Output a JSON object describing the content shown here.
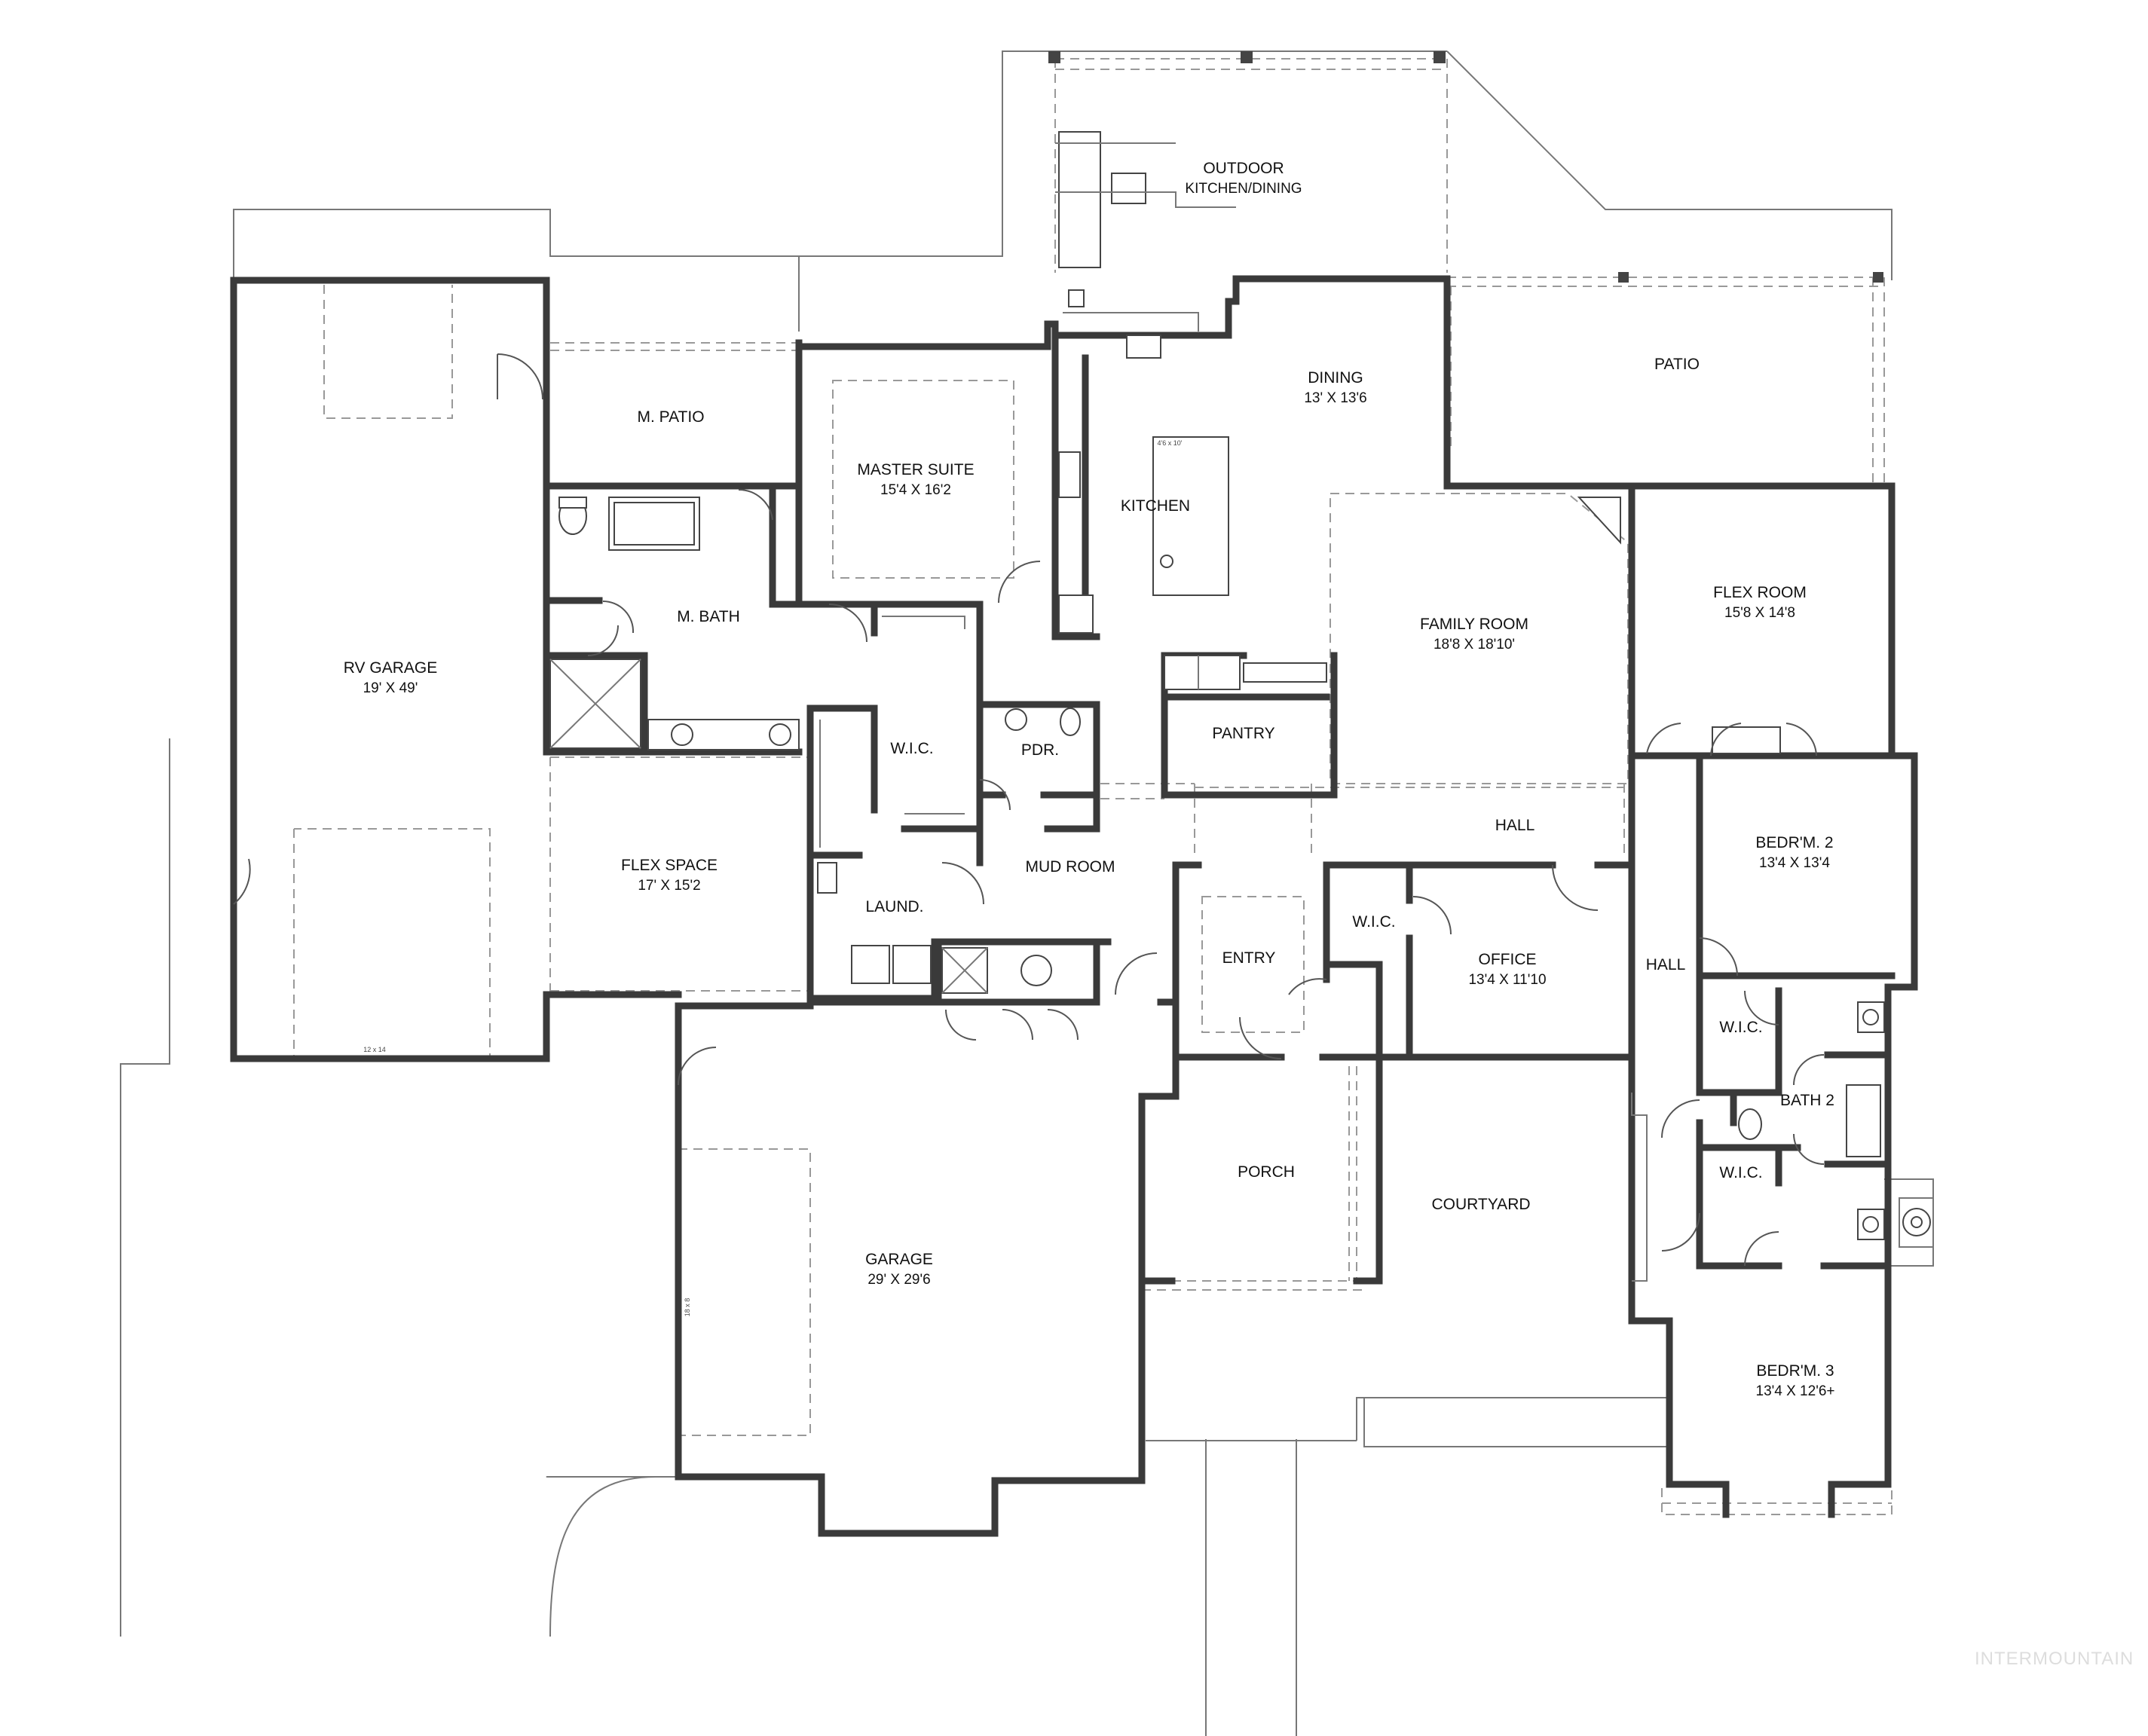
{
  "rooms": [
    {
      "key": "outdoor",
      "lines": [
        "OUTDOOR",
        "KITCHEN/DINING"
      ]
    },
    {
      "key": "mpatio",
      "lines": [
        "M. PATIO"
      ]
    },
    {
      "key": "master",
      "lines": [
        "MASTER SUITE",
        "15'4 X 16'2"
      ]
    },
    {
      "key": "dining",
      "lines": [
        "DINING",
        "13' X 13'6"
      ]
    },
    {
      "key": "patio",
      "lines": [
        "PATIO"
      ]
    },
    {
      "key": "kitchen",
      "lines": [
        "KITCHEN"
      ]
    },
    {
      "key": "mbath",
      "lines": [
        "M. BATH"
      ]
    },
    {
      "key": "rvgarage",
      "lines": [
        "RV GARAGE",
        "19' X 49'"
      ]
    },
    {
      "key": "family",
      "lines": [
        "FAMILY ROOM",
        "18'8 X 18'10'"
      ]
    },
    {
      "key": "flexroom",
      "lines": [
        "FLEX ROOM",
        "15'8 X 14'8"
      ]
    },
    {
      "key": "wic1",
      "lines": [
        "W.I.C."
      ]
    },
    {
      "key": "pdr",
      "lines": [
        "PDR."
      ]
    },
    {
      "key": "pantry",
      "lines": [
        "PANTRY"
      ]
    },
    {
      "key": "hall1",
      "lines": [
        "HALL"
      ]
    },
    {
      "key": "bed2",
      "lines": [
        "BEDR'M. 2",
        "13'4 X 13'4"
      ]
    },
    {
      "key": "flexspace",
      "lines": [
        "FLEX SPACE",
        "17' X 15'2"
      ]
    },
    {
      "key": "mudroom",
      "lines": [
        "MUD ROOM"
      ]
    },
    {
      "key": "laund",
      "lines": [
        "LAUND."
      ]
    },
    {
      "key": "wic2",
      "lines": [
        "W.I.C."
      ]
    },
    {
      "key": "entry",
      "lines": [
        "ENTRY"
      ]
    },
    {
      "key": "office",
      "lines": [
        "OFFICE",
        "13'4 X 11'10"
      ]
    },
    {
      "key": "hall2",
      "lines": [
        "HALL"
      ]
    },
    {
      "key": "wic3",
      "lines": [
        "W.I.C."
      ]
    },
    {
      "key": "bath2",
      "lines": [
        "BATH 2"
      ]
    },
    {
      "key": "wic4",
      "lines": [
        "W.I.C."
      ]
    },
    {
      "key": "porch",
      "lines": [
        "PORCH"
      ]
    },
    {
      "key": "courtyard",
      "lines": [
        "COURTYARD"
      ]
    },
    {
      "key": "garage",
      "lines": [
        "GARAGE",
        "29' X 29'6"
      ]
    },
    {
      "key": "bed3",
      "lines": [
        "BEDR'M. 3",
        "13'4 X 12'6+"
      ]
    }
  ],
  "small_labels": {
    "rv_door": "12 x 14",
    "garage_door": "18 x 8",
    "island": "4'6 x 10'"
  },
  "watermark": "INTERMOUNTAIN",
  "colors": {
    "wall": "#3a3a3a",
    "line": "#777777",
    "background": "#ffffff",
    "watermark": "#dddddd"
  }
}
